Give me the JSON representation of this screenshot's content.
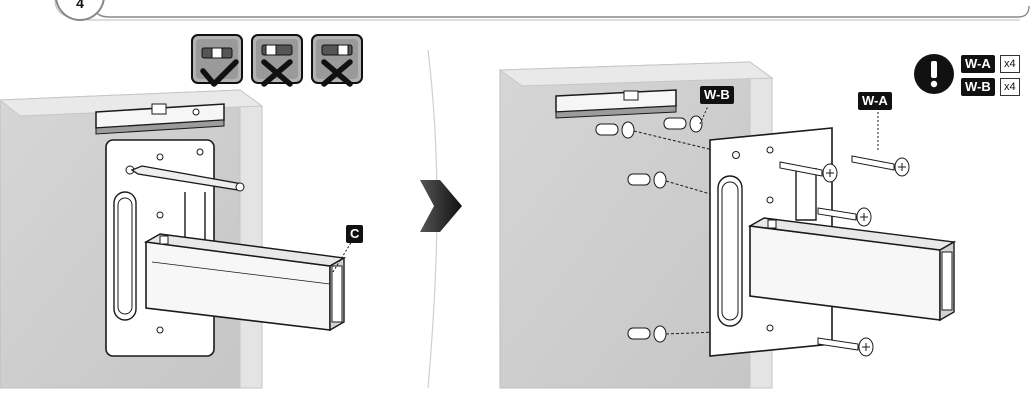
{
  "step": {
    "number": "4"
  },
  "level_check": {
    "states": [
      {
        "name": "level-ok",
        "mark": "check"
      },
      {
        "name": "level-tilted-left",
        "mark": "cross"
      },
      {
        "name": "level-tilted-right",
        "mark": "cross"
      }
    ]
  },
  "labels": {
    "bracket": "C",
    "wall_screw": "W-A",
    "wall_anchor": "W-B"
  },
  "parts_note": {
    "icon": "exclamation-icon",
    "items": [
      {
        "code": "W-A",
        "qty": "x4"
      },
      {
        "code": "W-B",
        "qty": "x4"
      }
    ]
  },
  "colors": {
    "wall": "#cfcfcf",
    "wall_edge": "#e6e6e6",
    "outline": "#1a1a1a",
    "label_bg": "#111111"
  }
}
